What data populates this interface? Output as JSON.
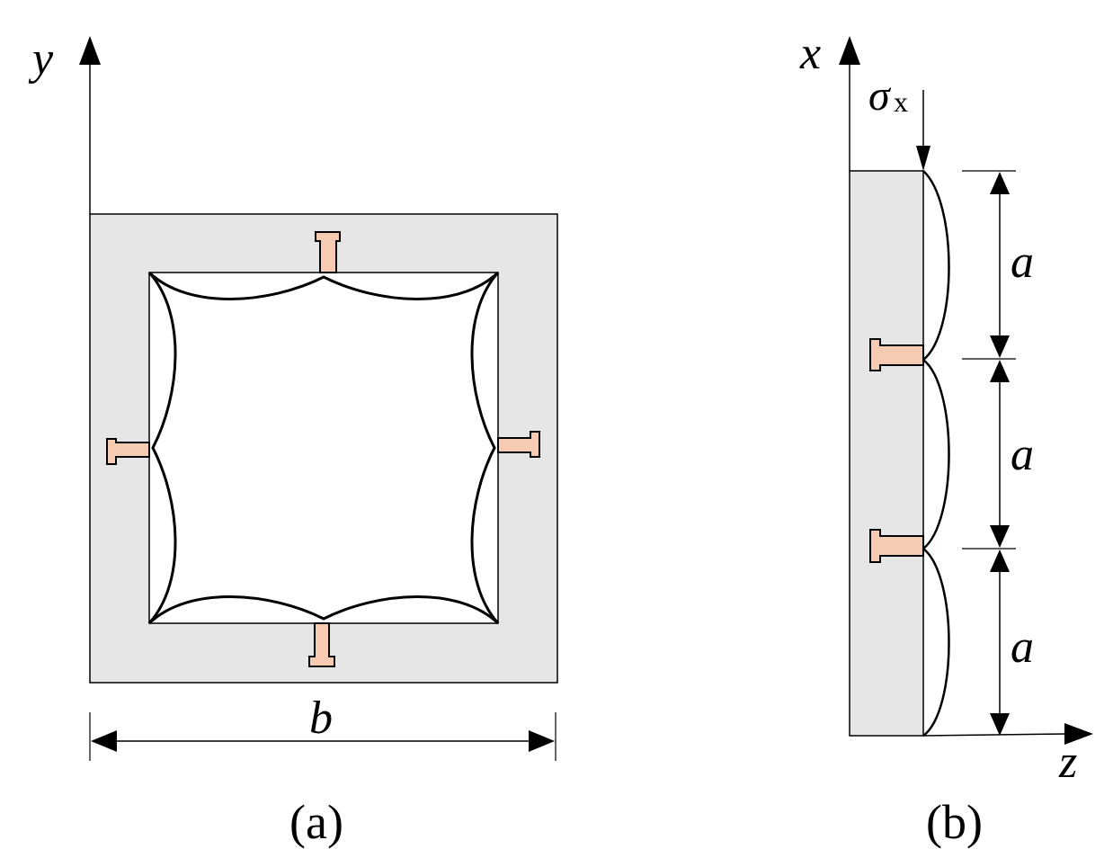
{
  "panel_a": {
    "axis_y_label": "y",
    "dimension_label": "b",
    "caption": "(a)"
  },
  "panel_b": {
    "axis_x_label": "x",
    "axis_z_label": "z",
    "stress_symbol": "σ",
    "stress_subscript": "x",
    "spacing_labels": [
      "a",
      "a",
      "a"
    ],
    "caption": "(b)"
  },
  "colors": {
    "concrete_fill": "#e6e6e6",
    "stiffener_fill": "#f6cbb1",
    "line": "#000000",
    "background": "#ffffff"
  }
}
